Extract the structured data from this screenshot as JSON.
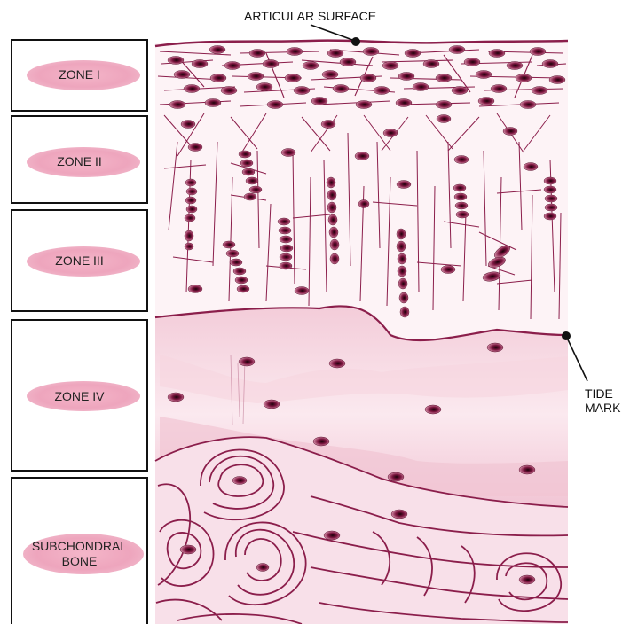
{
  "callouts": {
    "articular_surface": "ARTICULAR SURFACE",
    "tide_mark": [
      "TIDE",
      "MARK"
    ]
  },
  "zones": [
    {
      "label_lines": [
        "ZONE I"
      ]
    },
    {
      "label_lines": [
        "ZONE II"
      ]
    },
    {
      "label_lines": [
        "ZONE III"
      ]
    },
    {
      "label_lines": [
        "ZONE IV"
      ]
    },
    {
      "label_lines": [
        "SUBCHONDRAL",
        "BONE"
      ]
    }
  ],
  "colors": {
    "cell_dark": "#8a1a45",
    "line": "#8b1e4b",
    "cartilage_bg": "#fcf0f4",
    "calcified": "#f2c7d5",
    "bone_bg": "#f9e4ec",
    "label_pill": "#f0a9c0"
  }
}
